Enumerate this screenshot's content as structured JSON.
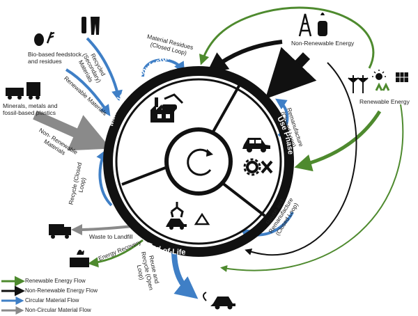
{
  "hub": {
    "materials_manufacturing": "Materials and Manufacturing",
    "use_phase": "Use Phase",
    "end_of_life": "End-of-Life"
  },
  "inputs": {
    "bio_based": "Bio-based feedstock and residues",
    "minerals": "Minerals, metals and fossil-based plastics",
    "non_renewable_energy": "Non-Renewable Energy",
    "renewable_energy": "Renewable Energy"
  },
  "flows": {
    "recycled": "Recycled (Secondary) Materials",
    "material_residues": "Material Residues (Closed Loop)",
    "renewable_materials": "Renewable Materials",
    "non_renewable_materials": "Non- Renewable Materials",
    "remanufacture": "Remanufacture (Closed Loop)",
    "recycle": "Recycle (Closed Loop)",
    "waste_to_landfill": "Waste to Landfill",
    "energy_recovery": "Energy Recovery",
    "reuse_remanufacture": "Reuse and Remanufacture (Closed Loop)",
    "reuse_recycle_open": "Reuse and Recycle (Open Loop)"
  },
  "legend": [
    {
      "label": "Renewable Energy Flow",
      "color": "#4e8a2e"
    },
    {
      "label": "Non-Renewable Energy Flow",
      "color": "#111111"
    },
    {
      "label": "Circular Material Flow",
      "color": "#3f7fc6"
    },
    {
      "label": "Non-Circular Material Flow",
      "color": "#8a8a8a"
    }
  ],
  "colors": {
    "green": "#4e8a2e",
    "black": "#111111",
    "blue": "#3f7fc6",
    "gray": "#8a8a8a"
  }
}
